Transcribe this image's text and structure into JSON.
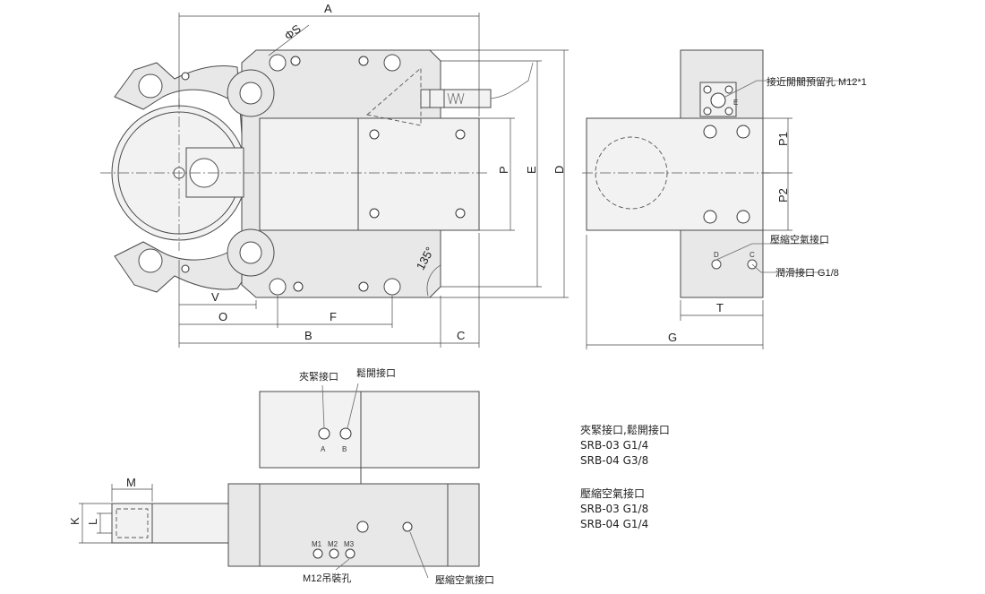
{
  "dimensions": {
    "A": "A",
    "B": "B",
    "C": "C",
    "D": "D",
    "E": "E",
    "F": "F",
    "G": "G",
    "K": "K",
    "L": "L",
    "M": "M",
    "O": "O",
    "P": "P",
    "P1": "P1",
    "P2": "P2",
    "T": "T",
    "V": "V",
    "S": "ΦS",
    "angle": "135°"
  },
  "callouts": {
    "proximity_switch": "接近開關預留孔 M12*1",
    "compressed_air": "壓縮空氣接口",
    "lubrication": "潤滑接口 G1/8",
    "clamp_port": "夾緊接口",
    "release_port": "鬆開接口",
    "hoist_hole": "M12吊裝孔",
    "compressed_air_bottom": "壓縮空氣接口"
  },
  "port_letters": {
    "a": "A",
    "b": "B",
    "e": "E",
    "d": "D",
    "c": "C",
    "h1": "M1",
    "h2": "M2",
    "h3": "M3"
  },
  "spec_table": {
    "ports_heading": "夾緊接口,鬆開接口",
    "ports_rows": [
      "SRB-03  G1/4",
      "SRB-04  G3/8"
    ],
    "air_heading": "壓縮空氣接口",
    "air_rows": [
      "SRB-03  G1/8",
      "SRB-04  G1/4"
    ]
  }
}
